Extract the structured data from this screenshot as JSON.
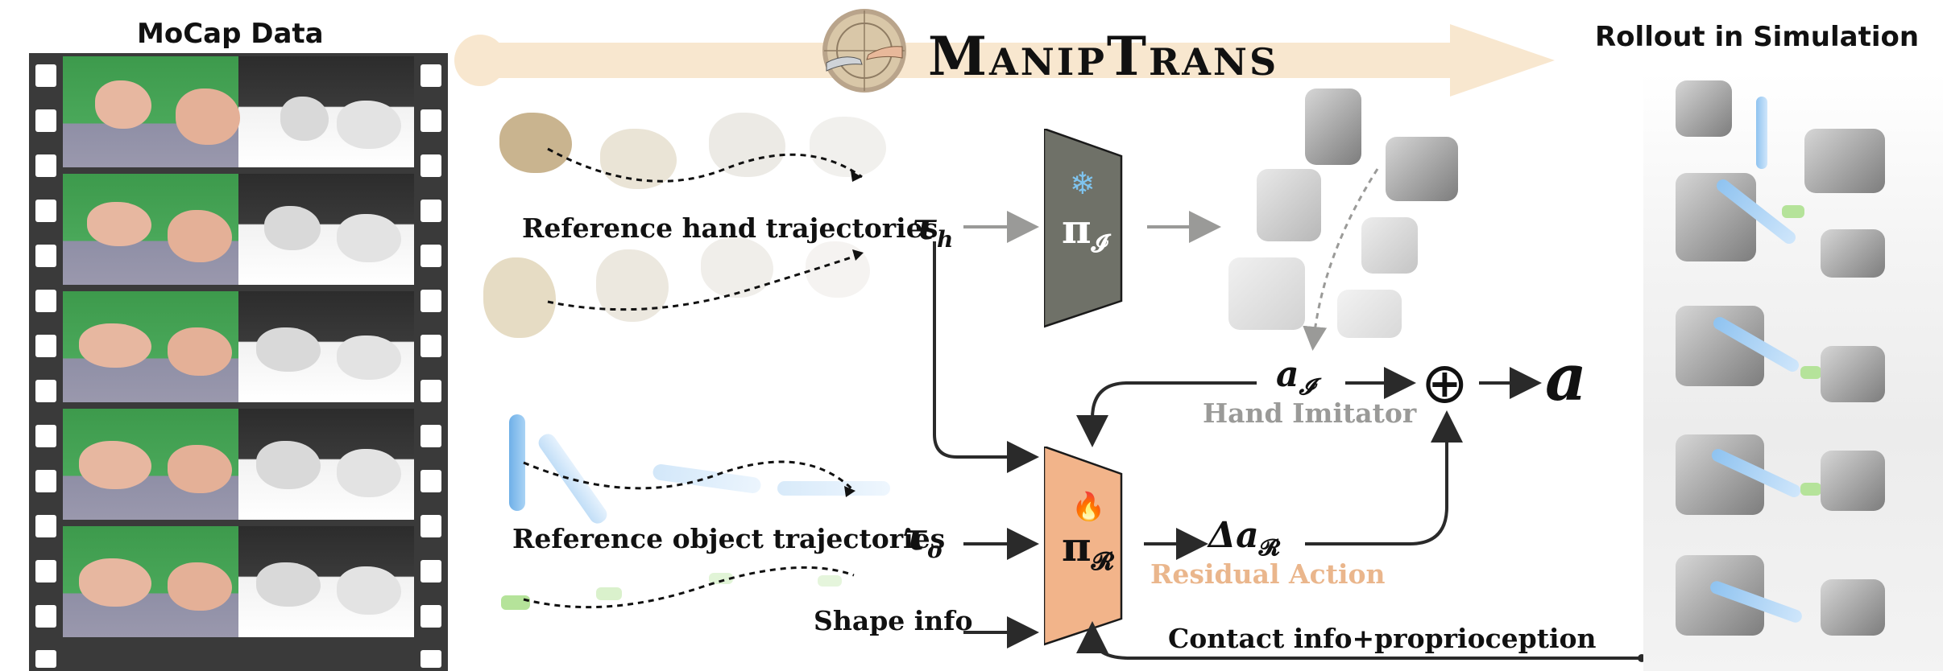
{
  "title": "ManipTrans",
  "left_title": "MoCap Data",
  "right_title": "Rollout in Simulation",
  "labels": {
    "ref_hand": "Reference hand trajectories",
    "ref_object": "Reference object trajectories",
    "shape_info": "Shape info",
    "contact_info": "Contact info+proprioception",
    "hand_imitator": "Hand Imitator",
    "residual_action": "Residual Action"
  },
  "symbols": {
    "tau_h": "τ",
    "tau_h_sub": "h",
    "tau_o": "τ",
    "tau_o_sub": "o",
    "pi_I": "π",
    "pi_I_sub": "𝓘",
    "pi_R": "π",
    "pi_R_sub": "𝓡",
    "a_I": "a",
    "a_I_sub": "𝓘",
    "delta_a_R": "Δa",
    "delta_a_R_sub": "𝓡",
    "a": "a",
    "oplus": "⊕"
  },
  "icons": {
    "frozen": "snowflake-icon",
    "trainable": "flame-icon"
  },
  "colors": {
    "imitator_block": "#6f7168",
    "residual_block": "#f2b48a",
    "gray_text": "#9a9a98",
    "orange_text": "#eab68c",
    "banner_arrow": "#f8e7cf"
  }
}
